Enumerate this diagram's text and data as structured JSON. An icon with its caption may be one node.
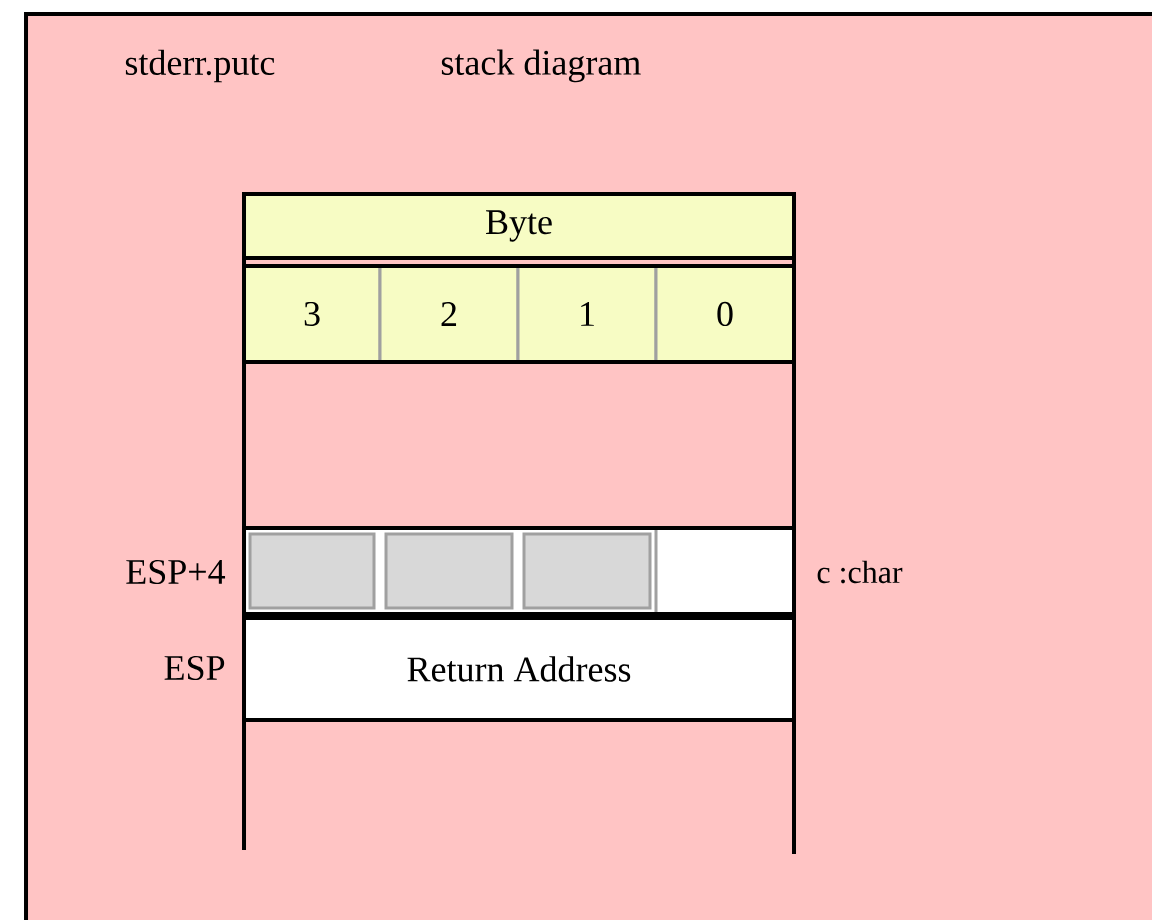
{
  "diagram": {
    "nodes": [
      {
        "text": [
          "Byte"
        ]
      },
      {
        "text": [
          "3"
        ]
      },
      {
        "text": [
          "2"
        ]
      },
      {
        "text": [
          "1"
        ]
      },
      {
        "text": [
          "0"
        ]
      },
      {
        "text": [],
        "shape": "box"
      },
      {
        "text": [],
        "shape": "box"
      },
      {
        "text": [],
        "shape": "box"
      },
      {
        "text": [],
        "shape": "box"
      },
      {
        "text": [
          "Return Address"
        ]
      }
    ],
    "labels": [
      "stderr.putc",
      "stack diagram",
      "ESP+4",
      "ESP",
      "c :char"
    ]
  }
}
